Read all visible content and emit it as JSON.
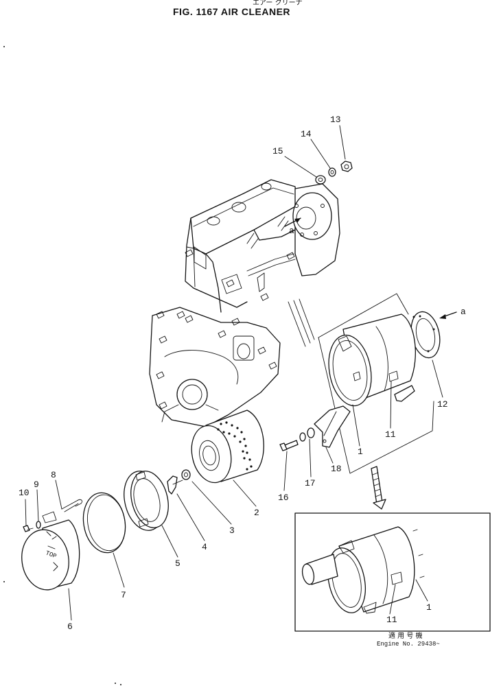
{
  "header": {
    "subtitle_jp": "エアー クリーナ",
    "title": "FIG. 1167   AIR  CLEANER"
  },
  "ref_letter_engine": "a",
  "ref_letter_cleaner": "a",
  "part_labels": {
    "p1": "1",
    "p1b": "1",
    "p2": "2",
    "p3": "3",
    "p4": "4",
    "p5": "5",
    "p6": "6",
    "p7": "7",
    "p8": "8",
    "p9": "9",
    "p10": "10",
    "p11": "11",
    "p11b": "11",
    "p12": "12",
    "p13": "13",
    "p14": "14",
    "p15": "15",
    "p16": "16",
    "p17": "17",
    "p18": "18"
  },
  "applicability": {
    "label_jp": "適 用 号 機",
    "engine_no": "Engine No. 29438~"
  }
}
